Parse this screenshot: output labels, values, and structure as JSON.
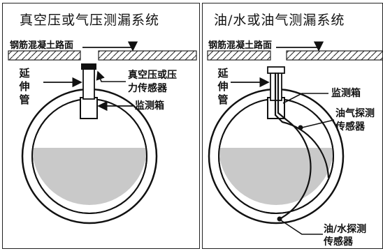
{
  "left": {
    "title": "真空压或气压测漏系统",
    "road_label": "钢筋混凝土路面",
    "pipe_label": [
      "延",
      "伸",
      "管"
    ],
    "sensor_label": "真空压或压",
    "sensor_label_2": "力传感器",
    "box_label": "监测箱"
  },
  "right": {
    "title": "油/水或油气测漏系统",
    "road_label": "钢筋混凝土路面",
    "pipe_label": [
      "延",
      "伸",
      "管"
    ],
    "box_label": "监测箱",
    "gas_sensor_label": "油气探测",
    "gas_sensor_label_2": "传感器",
    "water_sensor_label": "油/水探测",
    "water_sensor_label_2": "传感器"
  },
  "colors": {
    "liquid": "#c9c9c9",
    "line": "#111111"
  }
}
